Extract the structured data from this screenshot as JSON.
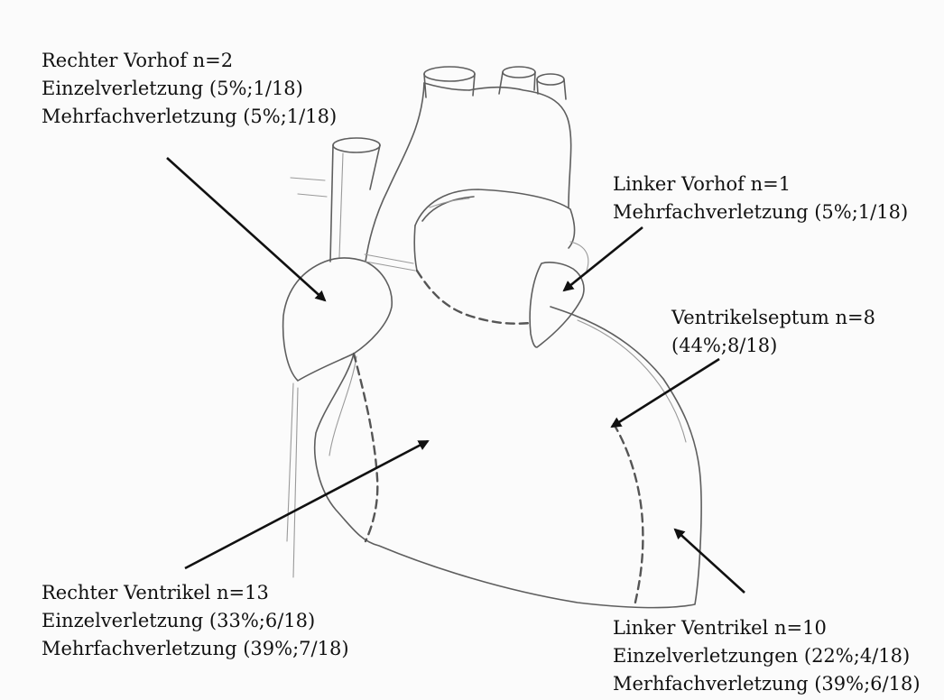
{
  "labels": {
    "right_atrium": {
      "title": "Rechter Vorhof n=2",
      "line1": "Einzelverletzung (5%;1/18)",
      "line2": "Mehrfachverletzung (5%;1/18)"
    },
    "left_atrium": {
      "title": "Linker Vorhof  n=1",
      "line1": "Mehrfachverletzung (5%;1/18)"
    },
    "ventricular_septum": {
      "title": "Ventrikelseptum n=8",
      "line1": "(44%;8/18)"
    },
    "right_ventricle": {
      "title": "Rechter Ventrikel n=13",
      "line1": "Einzelverletzung (33%;6/18)",
      "line2": "Mehrfachverletzung (39%;7/18)"
    },
    "left_ventricle": {
      "title": "Linker Ventrikel n=10",
      "line1": "Einzelverletzungen (22%;4/18)",
      "line2": "Merhfachverletzung (39%;6/18)"
    }
  }
}
